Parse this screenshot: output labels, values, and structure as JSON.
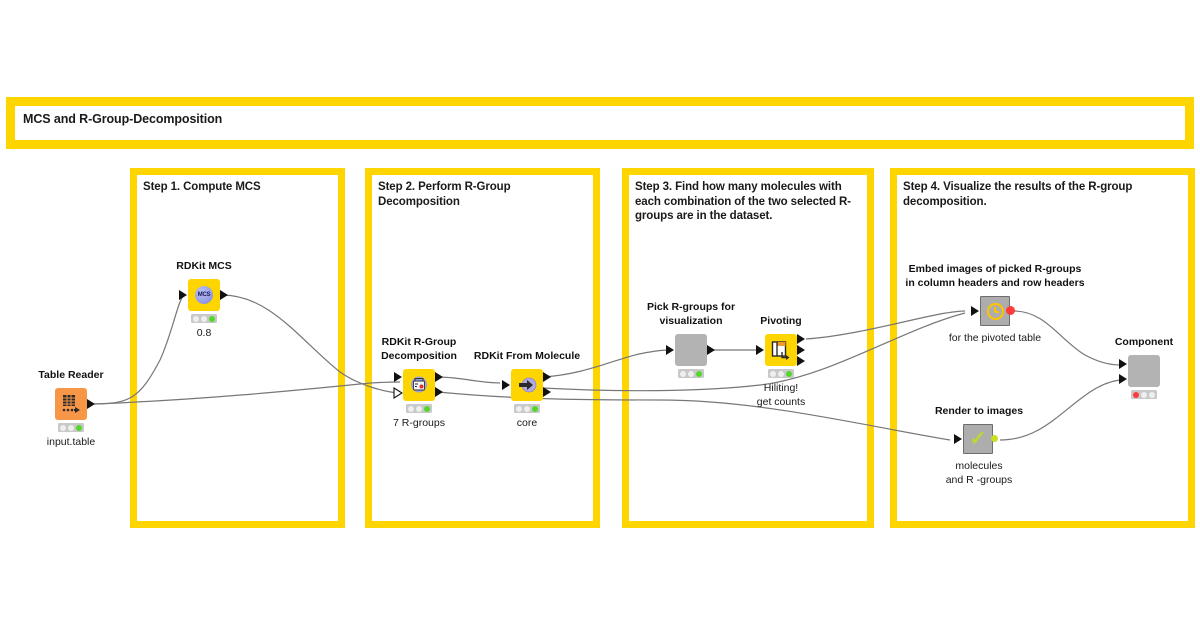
{
  "workflow": {
    "title": "MCS and R-Group-Decomposition",
    "accent_color": "#FFD500",
    "background_color": "#FFFFFF"
  },
  "annotations": [
    {
      "id": "step1",
      "title": "Step 1. Compute MCS"
    },
    {
      "id": "step2",
      "title": "Step 2. Perform R-Group Decomposition"
    },
    {
      "id": "step3",
      "title": "Step 3. Find how many molecules with each combination of the two selected R-groups are in the dataset."
    },
    {
      "id": "step4",
      "title": "Step 4. Visualize the results of the R-group decomposition."
    }
  ],
  "nodes": [
    {
      "id": "table-reader",
      "label": "Table Reader",
      "sublabel": "input.table",
      "icon": "table-grid-icon",
      "color": "#F79646",
      "status": [
        "idle",
        "idle",
        "green"
      ]
    },
    {
      "id": "rdkit-mcs",
      "label": "RDKit MCS",
      "sublabel": "0.8",
      "icon": "mcs-sphere-icon",
      "color": "#FFD500",
      "status": [
        "idle",
        "idle",
        "green"
      ]
    },
    {
      "id": "rdkit-rgroup-decomposition",
      "label": "RDKit R-Group Decomposition",
      "sublabel": "7 R-groups",
      "icon": "rgroup-flask-icon",
      "color": "#FFD500",
      "status": [
        "idle",
        "idle",
        "green"
      ]
    },
    {
      "id": "rdkit-from-molecule",
      "label": "RDKit From Molecule",
      "sublabel": "core",
      "icon": "molecule-arrow-icon",
      "color": "#FFD500",
      "status": [
        "idle",
        "idle",
        "green"
      ]
    },
    {
      "id": "pick-rgroups",
      "label": "Pick R-groups for visualization",
      "sublabel": "",
      "icon": "metanode-icon",
      "color": "#B3B3B3",
      "status": [
        "idle",
        "idle",
        "green"
      ]
    },
    {
      "id": "pivoting",
      "label": "Pivoting",
      "sublabel": "Hiliting!\nget counts",
      "icon": "pivot-table-icon",
      "color": "#FFD500",
      "status": [
        "idle",
        "idle",
        "green"
      ]
    },
    {
      "id": "embed-images",
      "label": "Embed images of picked R-groups in column headers and row headers",
      "sublabel": "for the pivoted table",
      "icon": "clock-icon",
      "color": "#ADADAD",
      "status": []
    },
    {
      "id": "render-to-images",
      "label": "Render to images",
      "sublabel": "molecules\nand R -groups",
      "icon": "checkmark-icon",
      "color": "#ADADAD",
      "status": []
    },
    {
      "id": "component",
      "label": "Component",
      "sublabel": "",
      "icon": "component-icon",
      "color": "#B3B3B3",
      "status": [
        "red",
        "idle",
        "idle"
      ]
    }
  ],
  "node_text": {
    "table_reader_label": "Table Reader",
    "table_reader_sub": "input.table",
    "mcs_label": "RDKit MCS",
    "mcs_sub": "0.8",
    "mcs_glyph": "MCS",
    "rgd_label_l1": "RDKit R-Group",
    "rgd_label_l2": "Decomposition",
    "rgd_sub": "7 R-groups",
    "from_mol_label": "RDKit From Molecule",
    "from_mol_sub": "core",
    "pick_label_l1": "Pick R-groups for",
    "pick_label_l2": "visualization",
    "pivot_label": "Pivoting",
    "pivot_sub_l1": "Hiliting!",
    "pivot_sub_l2": "get counts",
    "embed_label_l1": "Embed images of picked R-groups",
    "embed_label_l2": "in column headers and row headers",
    "embed_sub": "for the pivoted table",
    "render_label": "Render to images",
    "render_sub_l1": "molecules",
    "render_sub_l2": "and R -groups",
    "component_label": "Component"
  }
}
